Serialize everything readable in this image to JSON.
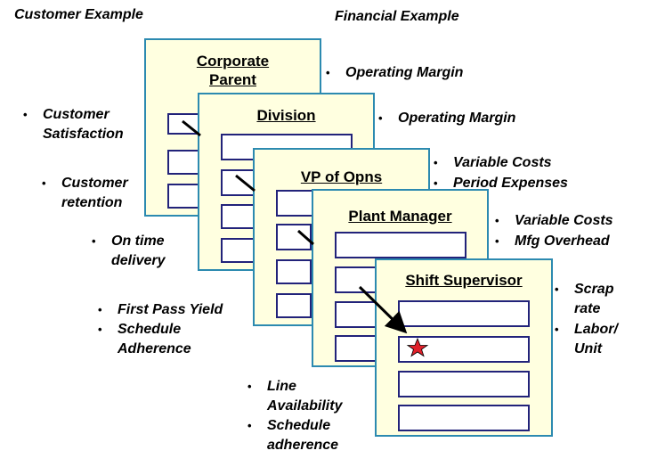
{
  "headers": {
    "customer": "Customer Example",
    "financial": "Financial Example"
  },
  "cards": {
    "corporate": {
      "title_line1": "Corporate",
      "title_line2": "Parent"
    },
    "division": {
      "title": "Division"
    },
    "vp": {
      "title": "VP of Opns"
    },
    "plant": {
      "title": "Plant Manager"
    },
    "shift": {
      "title": "Shift Supervisor"
    }
  },
  "customer_metrics": {
    "corporate": [
      "Customer Satisfaction"
    ],
    "division": [
      "Customer retention"
    ],
    "vp": [
      "On time delivery"
    ],
    "plant": [
      "First Pass Yield",
      "Schedule Adherence"
    ],
    "shift": [
      "Line Availability",
      "Schedule adherence"
    ]
  },
  "financial_metrics": {
    "corporate": [
      "Operating Margin"
    ],
    "division": [
      "Operating Margin"
    ],
    "vp": [
      "Variable Costs",
      "Period Expenses"
    ],
    "plant": [
      "Variable Costs",
      "Mfg Overhead"
    ],
    "shift": [
      "Scrap rate",
      "Labor/ Unit"
    ]
  },
  "bullet_glyph": "•",
  "colors": {
    "card_fill": "#ffffe0",
    "card_border": "#2c8ab0",
    "slot_border": "#22237a",
    "star": "#e0202a"
  },
  "icons": {
    "highlight": "star-icon",
    "link": "arrow-icon"
  }
}
